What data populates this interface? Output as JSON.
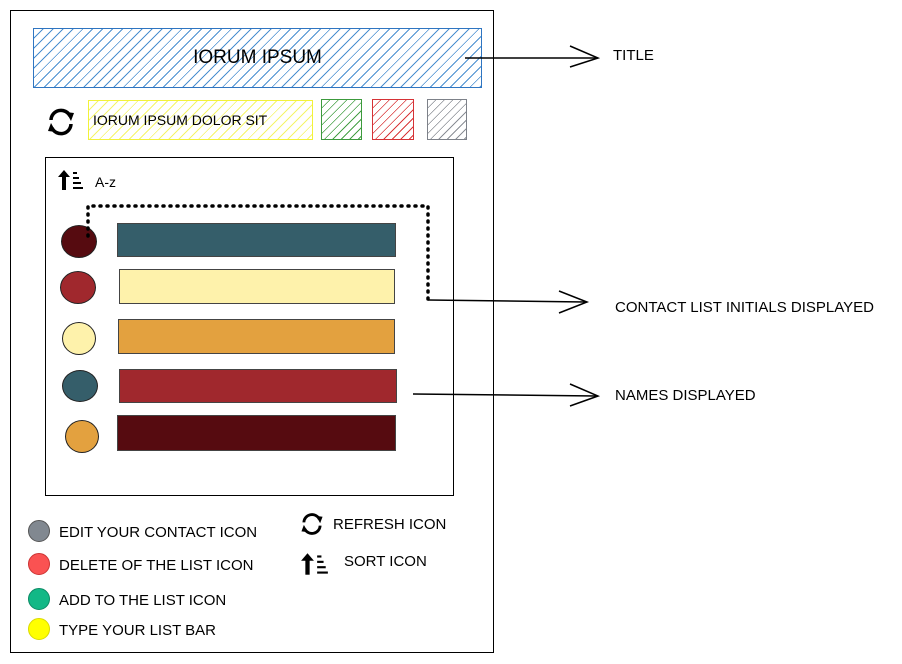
{
  "app": {
    "title": "IORUM IPSUM",
    "input_value": "IORUM IPSUM DOLOR SIT",
    "sort_label": "A-z",
    "contacts": [
      {
        "initial_color": "#560b10",
        "bar_color": "#355e6a"
      },
      {
        "initial_color": "#a0282d",
        "bar_color": "#fef2ab"
      },
      {
        "initial_color": "#fef2ab",
        "bar_color": "#e3a13f"
      },
      {
        "initial_color": "#355e6a",
        "bar_color": "#a0282d"
      },
      {
        "initial_color": "#e3a13f",
        "bar_color": "#560b10"
      }
    ],
    "action_buttons": [
      {
        "name": "add",
        "color": "#3c9a3c"
      },
      {
        "name": "delete",
        "color": "#d63236"
      },
      {
        "name": "edit",
        "color": "#7d8189"
      }
    ]
  },
  "annotations": {
    "title": "TITLE",
    "initials": "CONTACT LIST INITIALS DISPLAYED",
    "names": "NAMES DISPLAYED"
  },
  "legend": {
    "edit": {
      "label": "EDIT YOUR CONTACT ICON",
      "color": "#818890"
    },
    "delete": {
      "label": "DELETE OF THE LIST ICON",
      "color": "#fa5252"
    },
    "add": {
      "label": "ADD TO THE LIST ICON",
      "color": "#12b886"
    },
    "type": {
      "label": "TYPE YOUR LIST BAR",
      "color": "#ffff00"
    },
    "refresh": {
      "label": "REFRESH ICON",
      "icon": "refresh-icon"
    },
    "sort": {
      "label": "SORT ICON",
      "icon": "sort-icon"
    }
  }
}
